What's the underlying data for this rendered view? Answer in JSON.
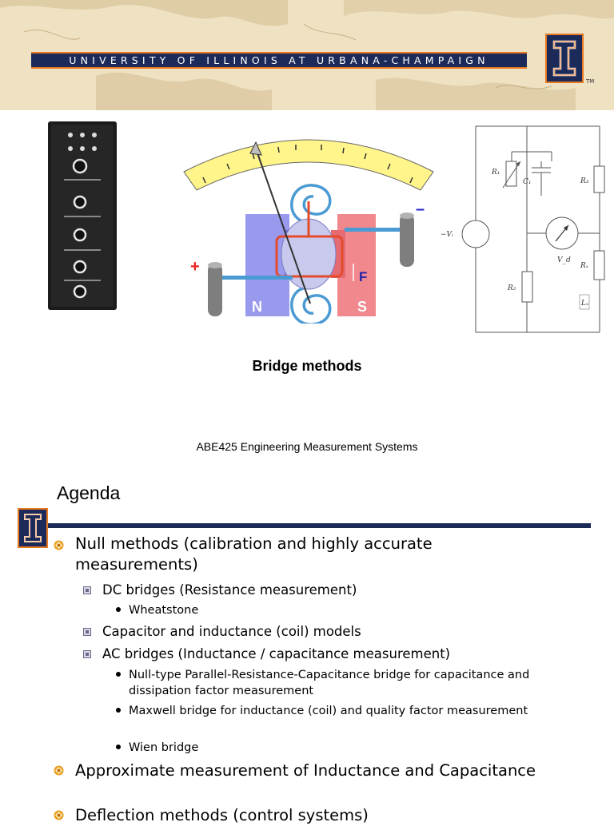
{
  "header": {
    "university_name": "UNIVERSITY OF ILLINOIS AT URBANA-CHAMPAIGN",
    "trademark": "TM",
    "colors": {
      "navy": "#1c2a5a",
      "orange": "#e87722",
      "map_bg": "#efe2c2"
    }
  },
  "figures": {
    "meter": {
      "north_label": "N",
      "south_label": "S",
      "force_label": "F",
      "plus_label": "+",
      "minus_label": "–"
    },
    "circuit": {
      "labels": {
        "r1": "R₁",
        "c1": "C₁",
        "r3": "R₃",
        "r2": "R₂",
        "rx": "Rₓ",
        "lx": "Lₓ",
        "vi": "−Vᵢ",
        "vd": "V_d"
      }
    }
  },
  "captions": {
    "figure_caption": "Bridge methods",
    "course_title": "ABE425 Engineering Measurement Systems"
  },
  "agenda": {
    "title": "Agenda",
    "items": [
      {
        "level": 1,
        "text": "Null methods (calibration and highly accurate measurements)"
      },
      {
        "level": 2,
        "text": "DC bridges (Resistance measurement)"
      },
      {
        "level": 3,
        "text": "Wheatstone"
      },
      {
        "level": 2,
        "text": "Capacitor and inductance (coil) models"
      },
      {
        "level": 2,
        "text": "AC bridges (Inductance / capacitance measurement)"
      },
      {
        "level": 3,
        "text": "Null-type Parallel-Resistance-Capacitance bridge for capacitance and dissipation factor measurement"
      },
      {
        "level": 3,
        "text": "Maxwell bridge for inductance (coil) and quality factor measurement"
      },
      {
        "level": 3,
        "text": "Wien bridge"
      },
      {
        "level": 1,
        "text": "Approximate measurement of Inductance and Capacitance"
      },
      {
        "level": 1,
        "text": "Deflection methods (control systems)"
      }
    ]
  }
}
